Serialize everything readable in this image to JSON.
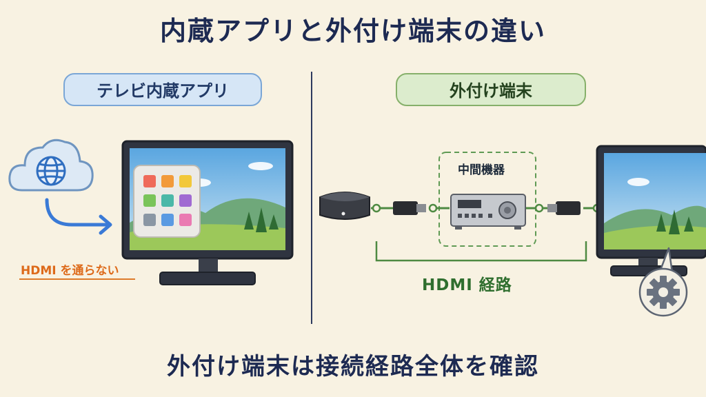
{
  "title": "内蔵アプリと外付け端末の違い",
  "left": {
    "pill": "テレビ内蔵アプリ",
    "note": "HDMI を通らない"
  },
  "right": {
    "pill": "外付け端末",
    "device_label": "中間機器",
    "route_label": "HDMI 経路"
  },
  "conclusion": "外付け端末は接続経路全体を確認",
  "colors": {
    "left_accent": "#7aa6d6",
    "right_accent": "#86b06a",
    "note_orange": "#dd6a1a",
    "route_green": "#2f6e2e"
  },
  "icons": [
    "cloud-globe-icon",
    "arrow-icon",
    "app-grid-icon",
    "streaming-box-icon",
    "hdmi-plug-icon",
    "av-receiver-icon",
    "tv-icon",
    "gear-icon"
  ],
  "app_tile_colors": [
    "#ef6a5a",
    "#f29a3a",
    "#f2c83a",
    "#7ac45a",
    "#4ab8a8",
    "#a06ad2",
    "#8a96a4",
    "#5a9ae2",
    "#ea7ab2"
  ]
}
